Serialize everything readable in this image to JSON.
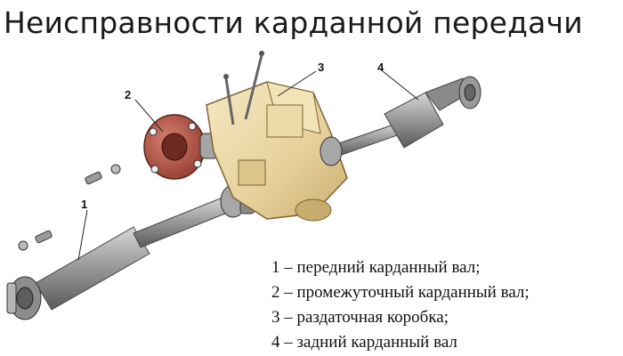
{
  "title": "Неисправности карданной передачи",
  "callouts": [
    "1",
    "2",
    "3",
    "4"
  ],
  "legend": [
    "1 – передний карданный вал;",
    "2 – промежуточный карданный вал;",
    "3 – раздаточная коробка;",
    "4 – задний карданный вал"
  ],
  "colors": {
    "shaft": "#9a9a9a",
    "shaft_dark": "#6f6f6f",
    "transfer_case": "#e9d7a6",
    "transfer_case_shadow": "#c9b27a",
    "flange": "#b8574a"
  }
}
